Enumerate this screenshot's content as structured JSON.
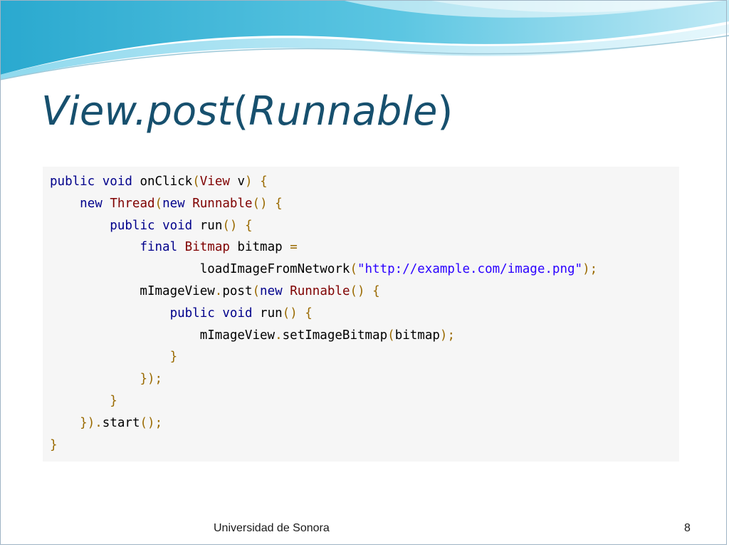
{
  "slide": {
    "title_main": "View.post",
    "title_paren_open": "(",
    "title_arg": "Runnable",
    "title_paren_close": ")",
    "footer_text": "Universidad de Sonora",
    "page_number": "8"
  },
  "code": {
    "lines": [
      "public void onClick(View v) {",
      "    new Thread(new Runnable() {",
      "        public void run() {",
      "            final Bitmap bitmap =",
      "                    loadImageFromNetwork(\"http://example.com/image.png\");",
      "            mImageView.post(new Runnable() {",
      "                public void run() {",
      "                    mImageView.setImageBitmap(bitmap);",
      "                }",
      "            });",
      "        }",
      "    }).start();",
      "}"
    ]
  },
  "theme": {
    "title_color": "#17506e",
    "keyword_color": "#00008b",
    "type_color": "#7f0000",
    "punct_color": "#9a6a00",
    "string_color": "#2a00ff",
    "code_background": "#f6f6f6",
    "wave_colors": [
      "#1ea2c9",
      "#6fd0e8",
      "#bfe9f5"
    ]
  }
}
